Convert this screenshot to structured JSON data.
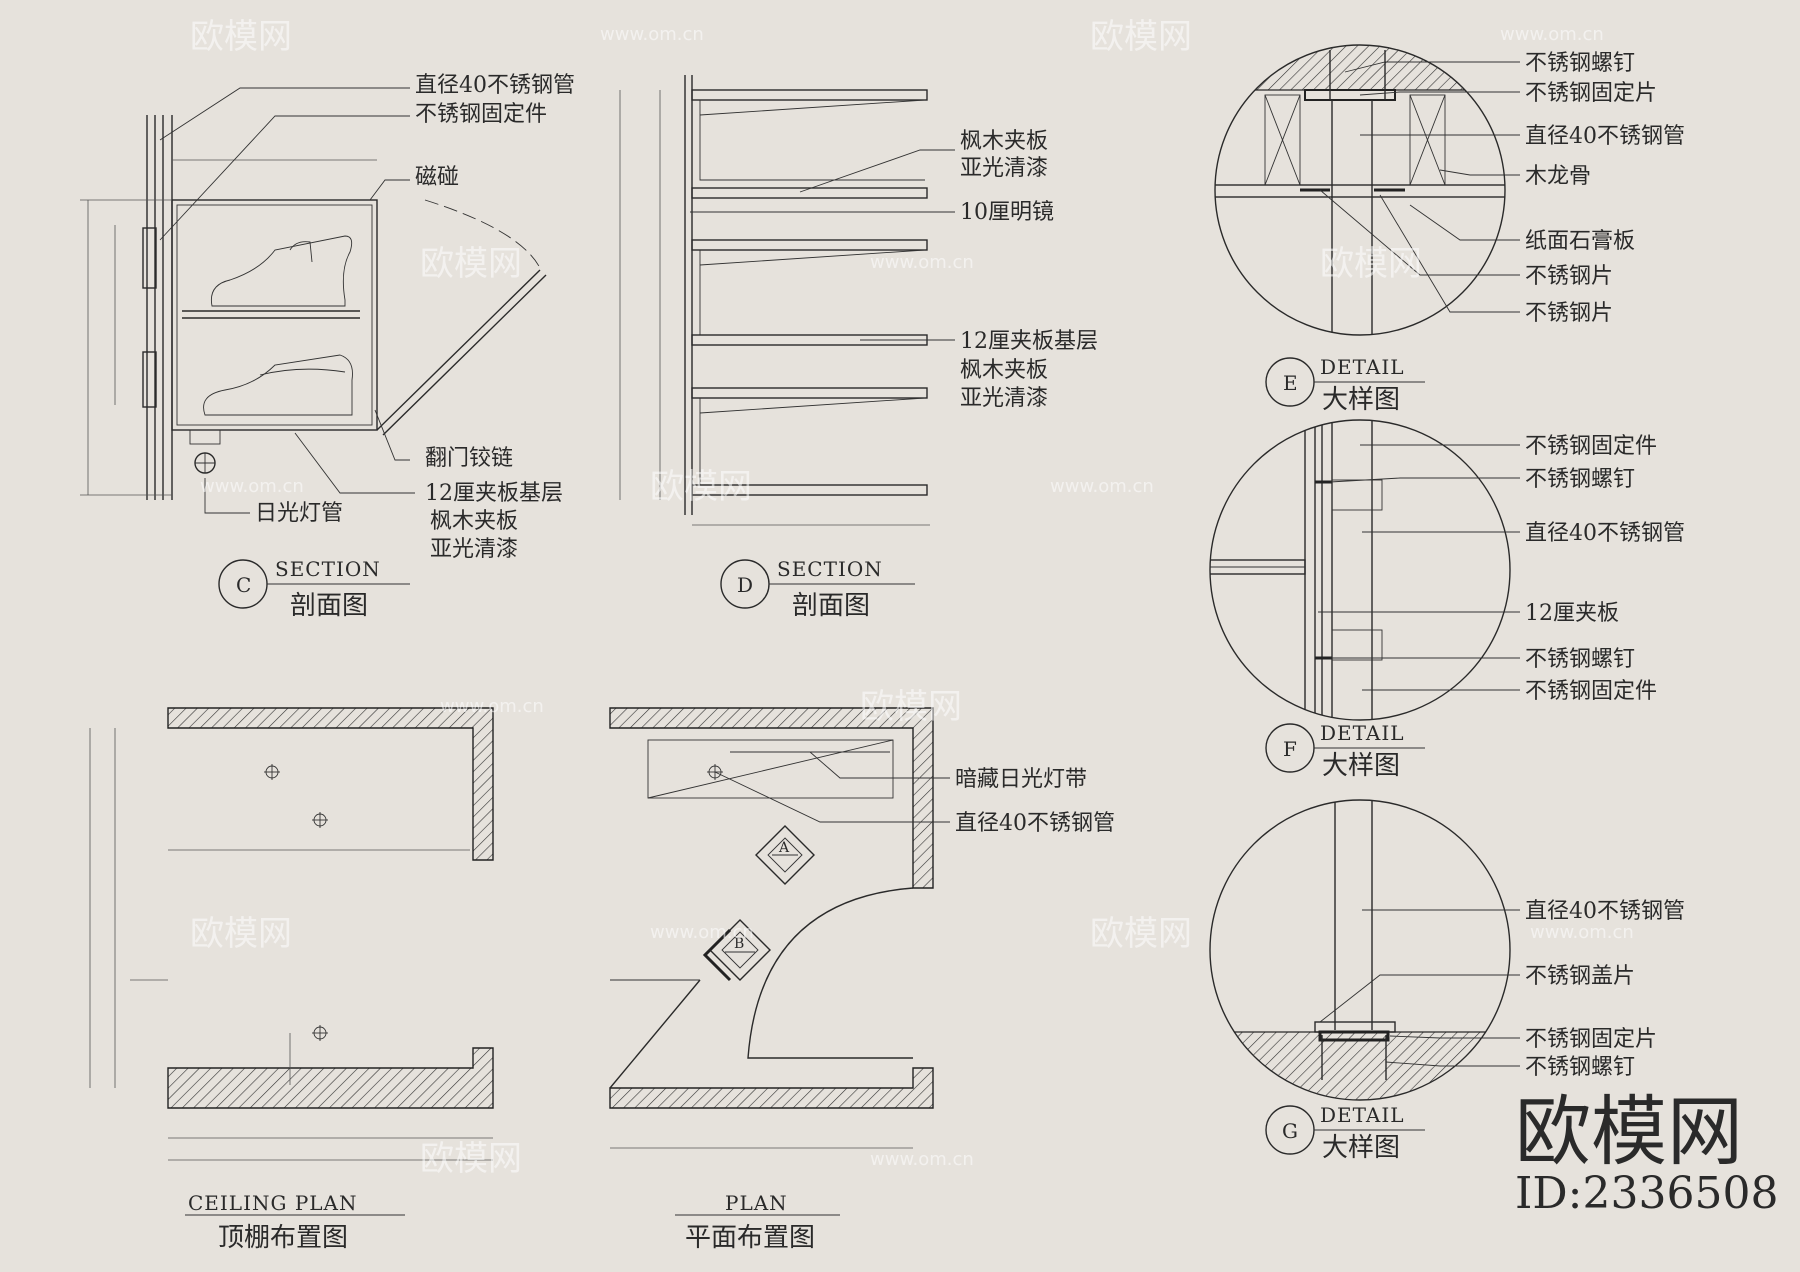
{
  "views": {
    "c": {
      "marker": "C",
      "title_en": "SECTION",
      "title_cn": "剖面图",
      "labels": [
        "直径40不锈钢管",
        "不锈钢固定件",
        "磁碰",
        "翻门铰链",
        "12厘夹板基层",
        "枫木夹板",
        "亚光清漆",
        "日光灯管"
      ]
    },
    "d": {
      "marker": "D",
      "title_en": "SECTION",
      "title_cn": "剖面图",
      "labels": [
        "枫木夹板",
        "亚光清漆",
        "10厘明镜",
        "12厘夹板基层",
        "枫木夹板",
        "亚光清漆"
      ]
    },
    "ceiling": {
      "title_en": "CEILING PLAN",
      "title_cn": "顶棚布置图"
    },
    "plan": {
      "title_en": "PLAN",
      "title_cn": "平面布置图",
      "labels": [
        "暗藏日光灯带",
        "直径40不锈钢管"
      ],
      "marker_a": "A",
      "marker_b": "B"
    },
    "e": {
      "marker": "E",
      "title_en": "DETAIL",
      "title_cn": "大样图",
      "labels": [
        "不锈钢螺钉",
        "不锈钢固定片",
        "直径40不锈钢管",
        "木龙骨",
        "纸面石膏板",
        "不锈钢片",
        "不锈钢片"
      ]
    },
    "f": {
      "marker": "F",
      "title_en": "DETAIL",
      "title_cn": "大样图",
      "labels": [
        "不锈钢固定件",
        "不锈钢螺钉",
        "直径40不锈钢管",
        "12厘夹板",
        "不锈钢螺钉",
        "不锈钢固定件"
      ]
    },
    "g": {
      "marker": "G",
      "title_en": "DETAIL",
      "title_cn": "大样图",
      "labels": [
        "直径40不锈钢管",
        "不锈钢盖片",
        "不锈钢固定片",
        "不锈钢螺钉"
      ]
    }
  },
  "watermark": {
    "brand": "欧模网",
    "url": "www.om.cn",
    "id": "ID:2336508"
  }
}
